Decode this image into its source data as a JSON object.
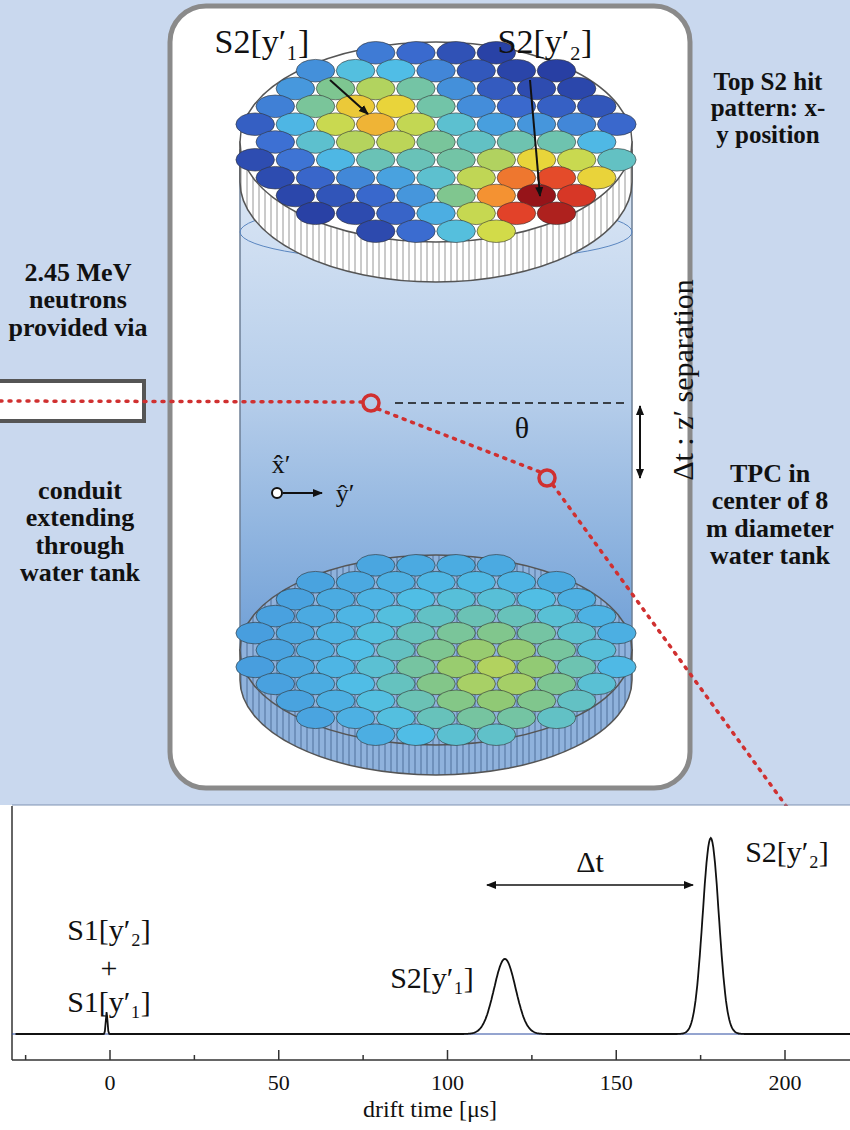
{
  "diagram": {
    "labels": [
      "S2[y′₁]",
      "S2[y′₂]",
      "Top S2 hit pattern: x-y position",
      "2.45 MeV neutrons provided via",
      "Δt : z′ separation",
      "θ",
      "TPC in center of 8 m diameter water tank",
      "x̂′",
      "ŷ′",
      "conduit extending through water tank",
      "S1[y′₂]",
      "+",
      "S1[y′₁]",
      "S2[y′₁]",
      "Δt",
      "S2[y′₂]",
      "0",
      "50",
      "100",
      "150",
      "200",
      "drift time [μs]"
    ]
  }
}
